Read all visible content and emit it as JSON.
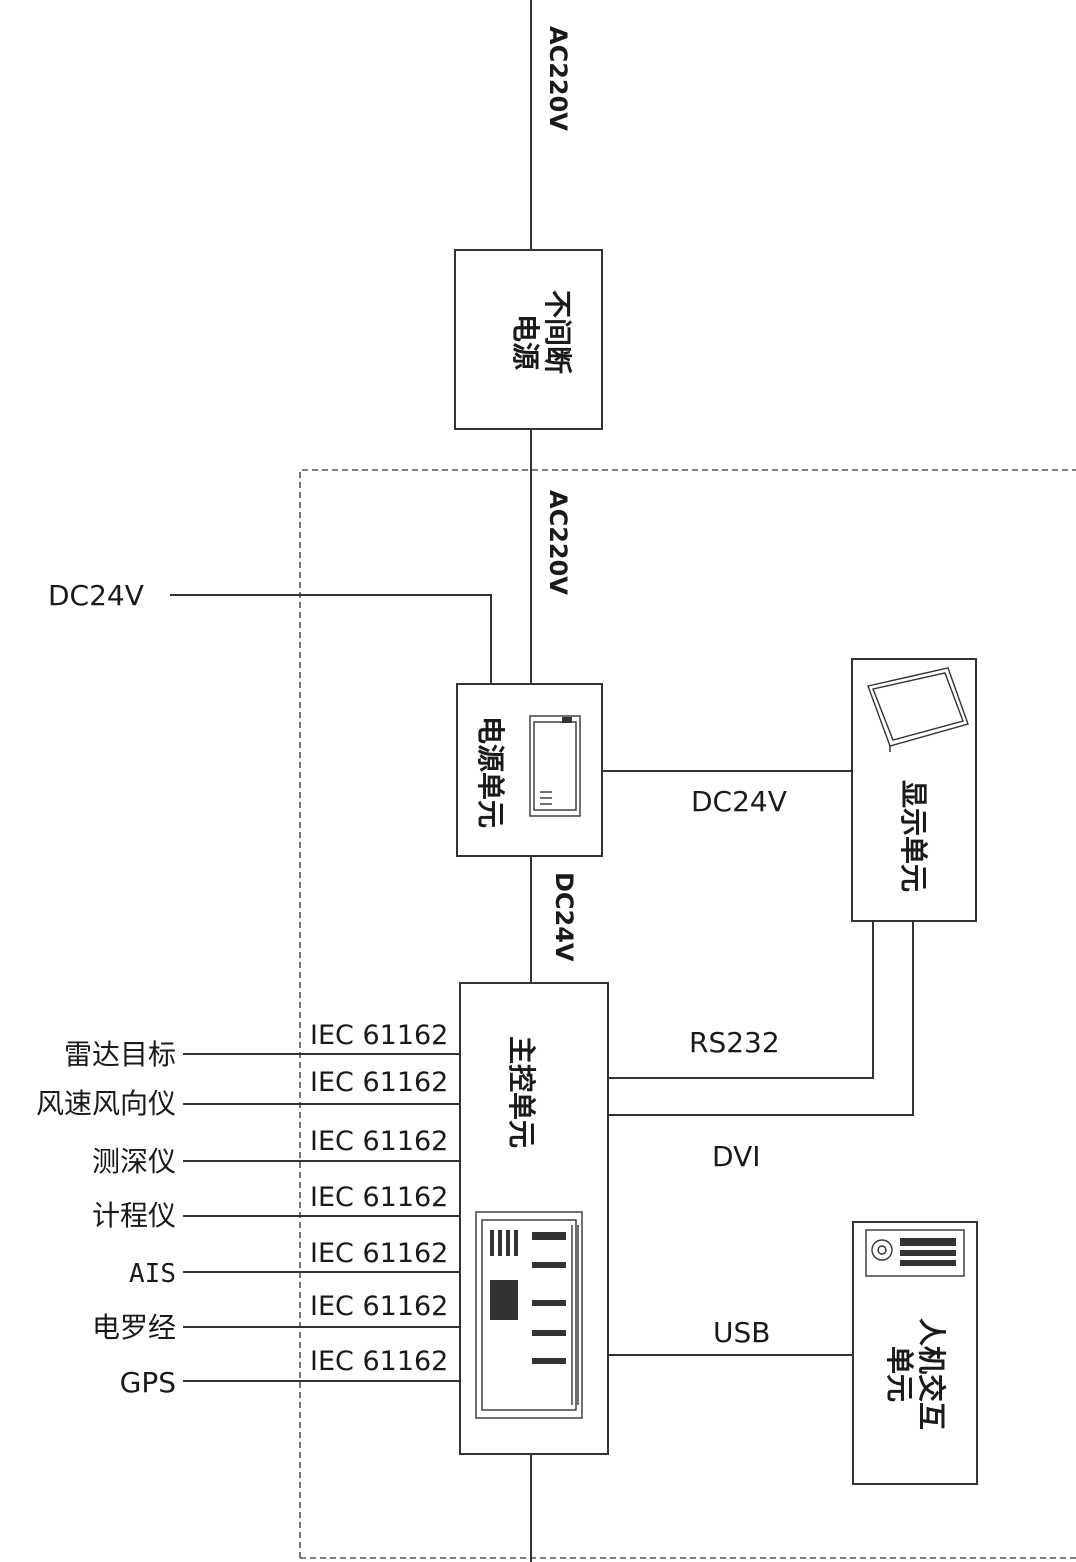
{
  "supply": {
    "ac_in": "AC220V",
    "ac_out": "AC220V",
    "dc_ext": "DC24V"
  },
  "units": {
    "ups": "不间断\n电源",
    "power": "电源单元",
    "display": "显示单元",
    "main": "主控单元",
    "hmi": "人机交互\n单元"
  },
  "links": {
    "power_display": "DC24V",
    "power_main": "DC24V",
    "rs232": "RS232",
    "dvi": "DVI",
    "usb": "USB"
  },
  "sensors": [
    {
      "name": "雷达目标",
      "protocol": "IEC 61162"
    },
    {
      "name": "风速风向仪",
      "protocol": "IEC 61162"
    },
    {
      "name": "测深仪",
      "protocol": "IEC 61162"
    },
    {
      "name": "计程仪",
      "protocol": "IEC 61162"
    },
    {
      "name": "AIS",
      "protocol": "IEC 61162"
    },
    {
      "name": "电罗经",
      "protocol": "IEC 61162"
    },
    {
      "name": "GPS",
      "protocol": "IEC 61162"
    }
  ]
}
